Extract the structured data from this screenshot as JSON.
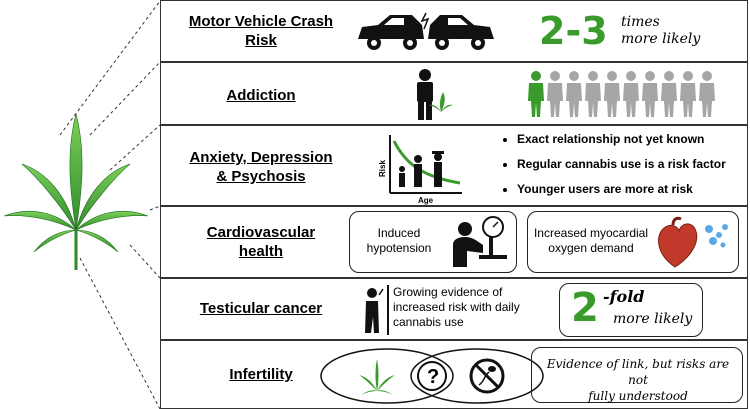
{
  "rows": {
    "crash": {
      "label_line1": "Motor Vehicle Crash",
      "label_line2": "Risk",
      "stat": "2-3",
      "stat_text_1": "times",
      "stat_text_2": "more likely",
      "icon": "car-crash-icon"
    },
    "addiction": {
      "label": "Addiction",
      "icon": "person-with-cannabis-icon",
      "people_total": 10,
      "people_highlighted": 1
    },
    "anxiety": {
      "label_line1": "Anxiety, Depression",
      "label_line2": "& Psychosis",
      "mini_chart": {
        "ylabel": "Risk",
        "xlabel": "Age"
      },
      "bullets": [
        "Exact relationship not yet known",
        "Regular cannabis use is a risk factor",
        "Younger users are more at risk"
      ]
    },
    "cardio": {
      "label_line1": "Cardiovascular",
      "label_line2": "health",
      "box1_line1": "Induced",
      "box1_line2": "hypotension",
      "box2_line1": "Increased myocardial",
      "box2_line2": "oxygen demand"
    },
    "testicular": {
      "label": "Testicular cancer",
      "text_line1": "Growing evidence of",
      "text_line2": "increased risk with daily",
      "text_line3": "cannabis use",
      "stat": "2",
      "stat_suffix": "-fold",
      "stat_text": "more likely"
    },
    "infertility": {
      "label": "Infertility",
      "question": "?",
      "note_line1": "Evidence of link, but risks are not",
      "note_line2": "fully understood"
    }
  },
  "colors": {
    "green": "#3a9b2c",
    "grey": "#a6a6a6",
    "dark": "#222222",
    "heart": "#c0392b"
  }
}
